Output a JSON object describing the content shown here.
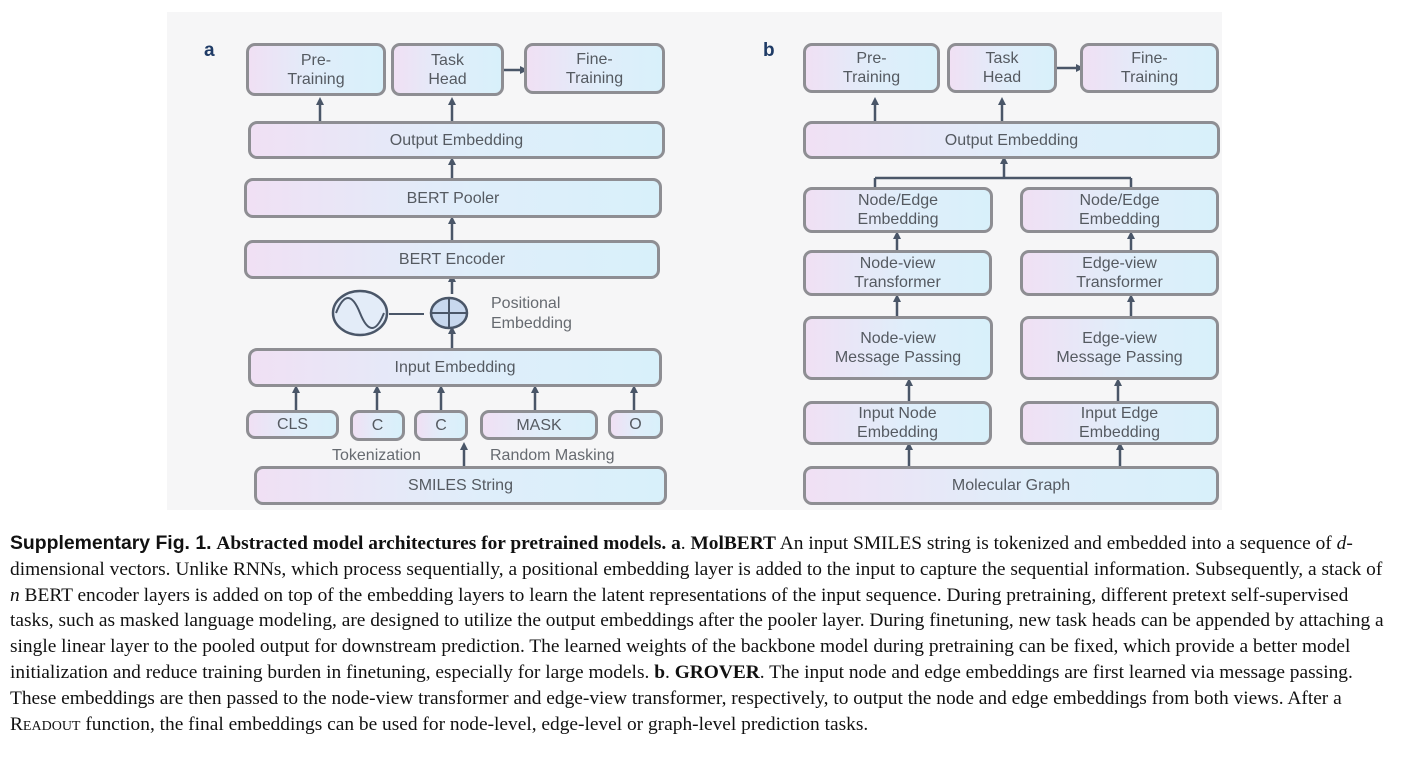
{
  "figure": {
    "panel_a": {
      "letter": "a",
      "boxes": {
        "pretraining": "Pre-\nTraining",
        "task_head": "Task\nHead",
        "finetraining": "Fine-\nTraining",
        "output_embedding": "Output Embedding",
        "bert_pooler": "BERT Pooler",
        "bert_encoder": "BERT Encoder",
        "input_embedding": "Input Embedding",
        "tok_cls": "CLS",
        "tok_c1": "C",
        "tok_c2": "C",
        "tok_mask": "MASK",
        "tok_o": "O",
        "smiles_string": "SMILES String"
      },
      "labels": {
        "positional_embedding": "Positional\nEmbedding",
        "tokenization": "Tokenization",
        "random_masking": "Random Masking"
      }
    },
    "panel_b": {
      "letter": "b",
      "boxes": {
        "pretraining": "Pre-\nTraining",
        "task_head": "Task\nHead",
        "finetraining": "Fine-\nTraining",
        "output_embedding": "Output Embedding",
        "node_edge_embedding_left": "Node/Edge\nEmbedding",
        "node_edge_embedding_right": "Node/Edge\nEmbedding",
        "node_view_transformer": "Node-view\nTransformer",
        "edge_view_transformer": "Edge-view\nTransformer",
        "node_view_mp": "Node-view\nMessage Passing",
        "edge_view_mp": "Edge-view\nMessage Passing",
        "input_node_embedding": "Input Node\nEmbedding",
        "input_edge_embedding": "Input Edge\nEmbedding",
        "molecular_graph": "Molecular Graph"
      }
    }
  },
  "caption": {
    "fig_label": "Supplementary Fig. 1.",
    "title": "Abstracted model architectures for pretrained models.",
    "a_letter": "a",
    "a_model": "MolBERT",
    "a_text_1": " An input SMILES string is tokenized and embedded into a sequence of ",
    "a_var_d": "d",
    "a_text_2": "-dimensional vectors. Unlike RNNs, which process sequentially, a positional embedding layer is added to the input to capture the sequential information. Subsequently, a stack of ",
    "a_var_n": "n",
    "a_text_3": " BERT encoder layers is added on top of the embedding layers to learn the latent representations of the input sequence. During pretraining, different pretext self-supervised tasks, such as masked language modeling, are designed to utilize the output embeddings after the pooler layer. During finetuning, new task heads can be appended by attaching a single linear layer to the pooled output for downstream prediction. The learned weights of the backbone model during pretraining can be fixed, which provide a better model initialization and reduce training burden in finetuning, especially for large models. ",
    "b_letter": "b",
    "b_model": "GROVER",
    "b_text_1": ". The input node and edge embeddings are first learned via message passing. These embeddings are then passed to the node-view transformer and edge-view transformer, respectively, to output the node and edge embeddings from both views. After a ",
    "readout": "Readout",
    "b_text_2": " function, the final embeddings can be used for node-level, edge-level or graph-level prediction tasks."
  }
}
